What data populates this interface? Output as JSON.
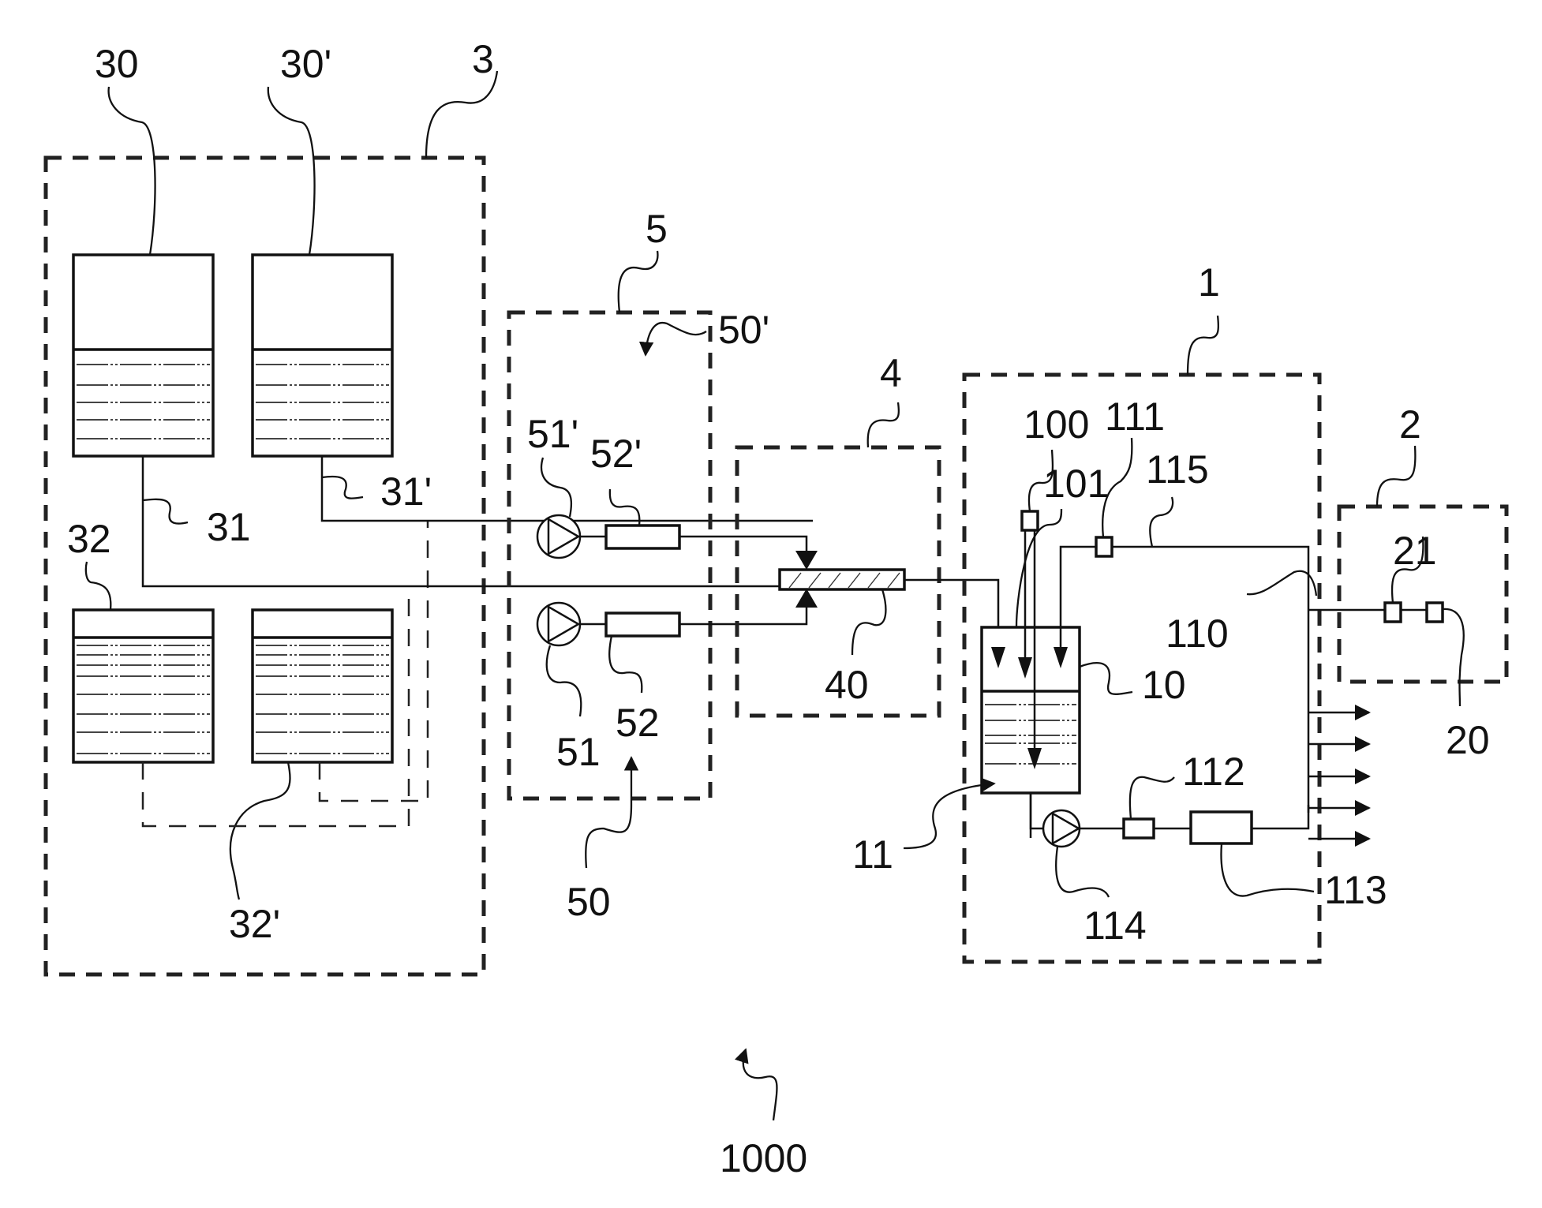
{
  "figure": {
    "overall_label": "1000",
    "groups": {
      "storage_unit": "3",
      "pump_unit": "5",
      "mixer_unit": "4",
      "dispensing_unit": "1",
      "consumer_unit": "2"
    },
    "components": {
      "tank_a": "30",
      "tank_b": "30'",
      "line_a": "31",
      "line_b": "31'",
      "tank_c": "32",
      "tank_d": "32'",
      "dosing_line_a": "50",
      "dosing_line_b": "50'",
      "pump_a": "51",
      "pump_b": "51'",
      "meter_a": "52",
      "meter_b": "52'",
      "mixer": "40",
      "reservoir": "10",
      "circuit": "11",
      "sensor_100": "100",
      "inlet_101": "101",
      "return_line": "110",
      "sensor_111": "111",
      "sensor_112": "112",
      "heater_113": "113",
      "pump_114": "114",
      "line_115": "115",
      "outlet_20": "20",
      "valve_21": "21"
    }
  }
}
